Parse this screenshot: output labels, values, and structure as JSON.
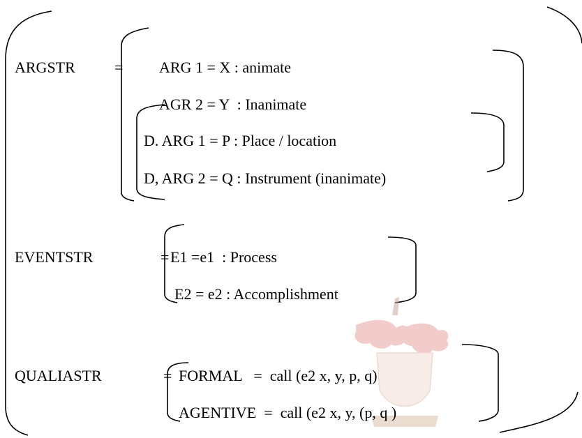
{
  "argstr": {
    "label": "ARGSTR",
    "eq": "=",
    "arg1": "ARG 1 = X : animate",
    "arg2": "AGR 2 = Y  : Inanimate",
    "darg1": "D. ARG 1 = P : Place / location",
    "darg2": "D, ARG 2 = Q : Instrument (inanimate)"
  },
  "eventstr": {
    "label": "EVENTSTR",
    "eq": "=",
    "e1": "E1 =e1  : Process",
    "e2": "E2 = e2 : Accomplishment"
  },
  "qualiastr": {
    "label": "QUALIASTR",
    "eq": "=",
    "formal": "FORMAL   =  call (e2 x, y, p, q)",
    "agentive": "AGENTIVE  =  call (e2 x, y, (p, q )"
  },
  "watermark": {
    "icon": "university-crest-watermark",
    "colors": [
      "#e7a3a0",
      "#c9a8a0",
      "#d9c1a8"
    ]
  }
}
